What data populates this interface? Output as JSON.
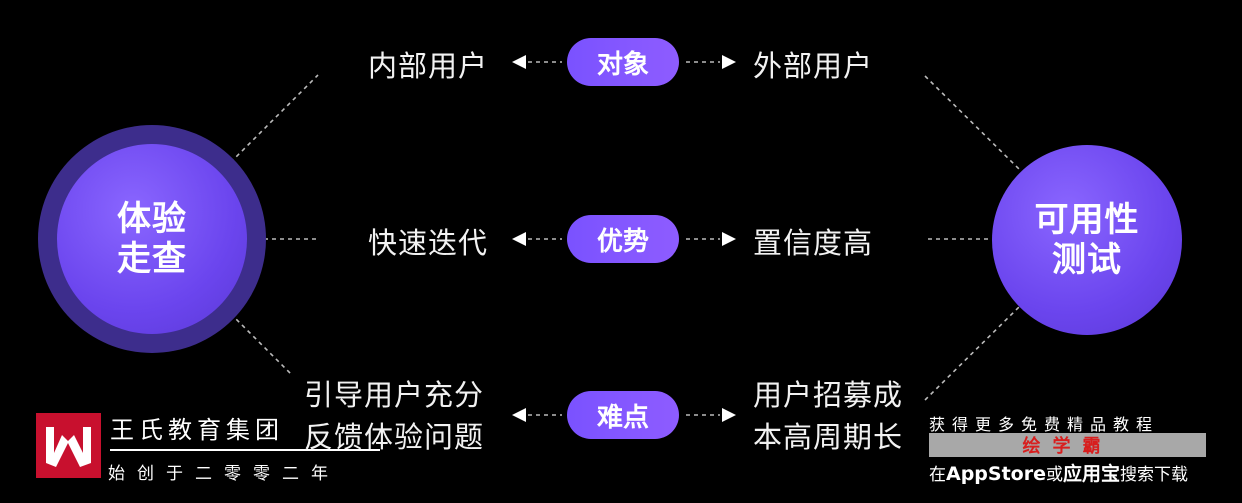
{
  "diagram": {
    "left_method": "体验\n走查",
    "right_method": "可用性\n测试",
    "rows": [
      {
        "category": "对象",
        "left": "内部用户",
        "right": "外部用户"
      },
      {
        "category": "优势",
        "left": "快速迭代",
        "right": "置信度高"
      },
      {
        "category": "难点",
        "left": "引导用户充分\n反馈体验问题",
        "right": "用户招募成\n本高周期长"
      }
    ]
  },
  "brand": {
    "name": "王氏教育集团",
    "tagline": "始创于二零零二年"
  },
  "watermark": {
    "line1": "获得更多免费精品教程",
    "app_name": "绘学霸",
    "line3_prefix": "在",
    "line3_store": "AppStore",
    "line3_mid": "或",
    "line3_store2": "应用宝",
    "line3_suffix": "搜索下载"
  },
  "colors": {
    "background": "#000000",
    "accent_purple": "#6b45ee",
    "brand_red": "#c8102e"
  }
}
